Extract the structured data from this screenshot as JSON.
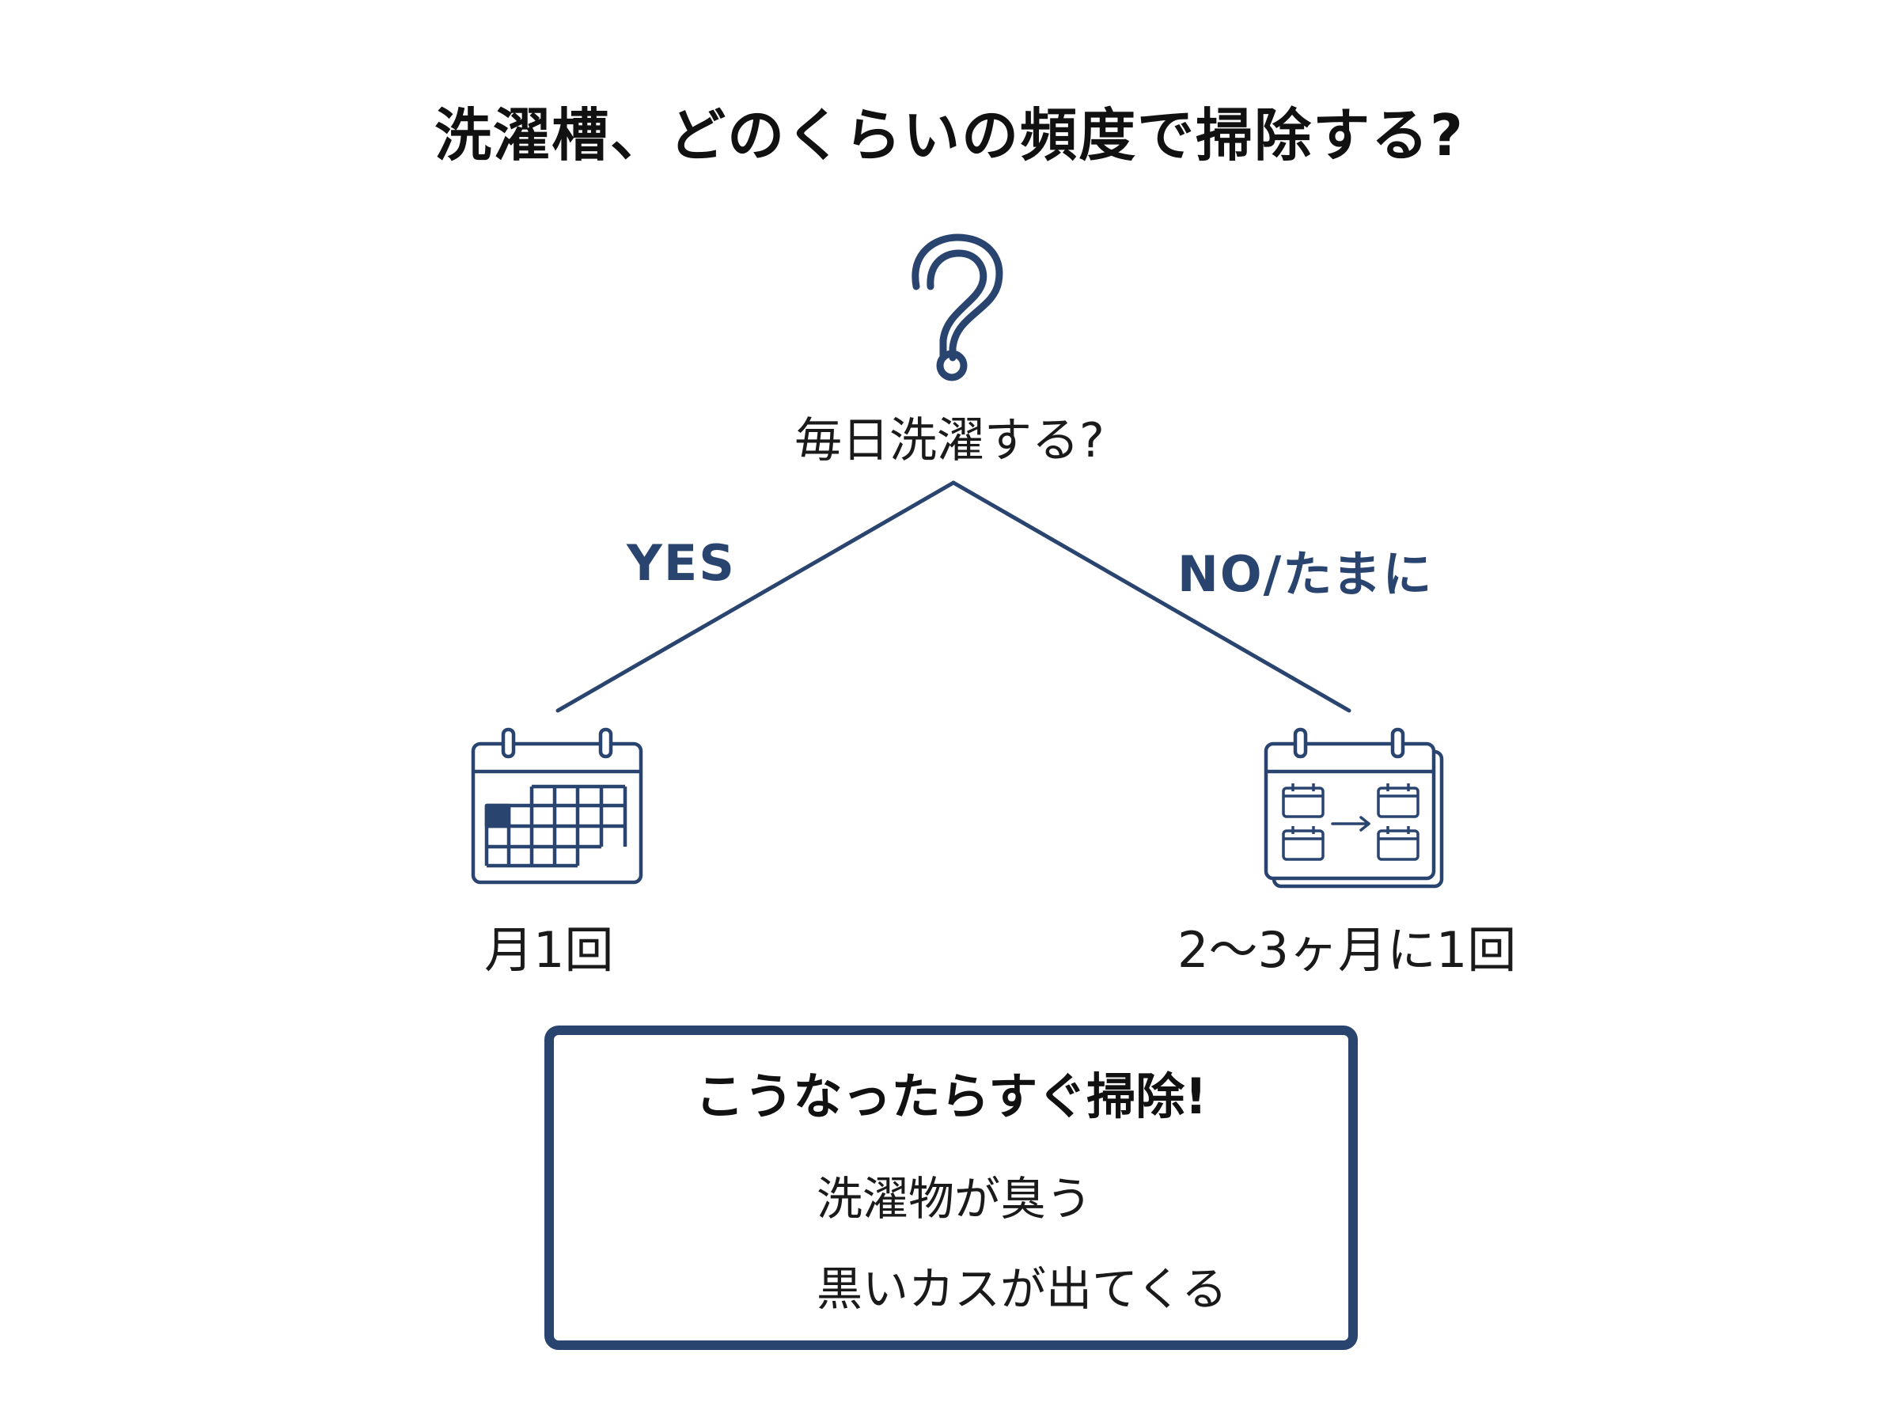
{
  "title": "洗濯槽、どのくらいの頻度で掃除する?",
  "question": "毎日洗濯する?",
  "branches": {
    "yes": {
      "label": "YES",
      "result": "月1回"
    },
    "no": {
      "label": "NO/たまに",
      "result": "2〜3ヶ月に1回"
    }
  },
  "alert_box": {
    "title": "こうなったらすぐ掃除!",
    "items": [
      {
        "text": "洗濯物が臭う",
        "icon": "nose-smell-icon"
      },
      {
        "text": "黒いカスが出てくる",
        "icon": "black-residue-icon"
      }
    ]
  },
  "colors": {
    "accent": "#2a4470",
    "text": "#1a1a1a"
  }
}
